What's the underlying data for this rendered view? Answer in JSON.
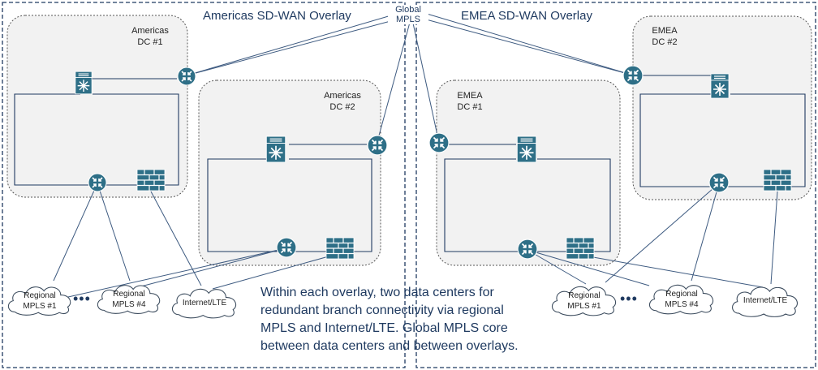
{
  "overlays": {
    "americas_title": "Americas SD-WAN Overlay",
    "emea_title": "EMEA SD-WAN Overlay"
  },
  "global_mpls": {
    "line1": "Global",
    "line2": "MPLS"
  },
  "data_centers": {
    "americas_dc1": {
      "line1": "Americas",
      "line2": "DC #1"
    },
    "americas_dc2": {
      "line1": "Americas",
      "line2": "DC #2"
    },
    "emea_dc1": {
      "line1": "EMEA",
      "line2": "DC #1"
    },
    "emea_dc2": {
      "line1": "EMEA",
      "line2": "DC #2"
    }
  },
  "clouds": {
    "am_regional_1": {
      "line1": "Regional",
      "line2": "MPLS #1"
    },
    "am_regional_4": {
      "line1": "Regional",
      "line2": "MPLS #4"
    },
    "am_internet": {
      "line1": "Internet/LTE"
    },
    "emea_regional_1": {
      "line1": "Regional",
      "line2": "MPLS #1"
    },
    "emea_regional_4": {
      "line1": "Regional",
      "line2": "MPLS #4"
    },
    "emea_internet": {
      "line1": "Internet/LTE"
    }
  },
  "ellipsis": "•••",
  "caption": {
    "line1": "Within each overlay, two data centers for",
    "line2": "redundant branch connectivity via regional",
    "line3": "MPLS and Internet/LTE.  Global MPLS core",
    "line4": "between data centers and between overlays."
  },
  "icons": [
    "router-icon",
    "switch-icon",
    "firewall-icon",
    "cloud-icon"
  ],
  "colors": {
    "overlay_border": "#1f3a60",
    "dc_fill": "#f2f2f2",
    "dc_border": "#555555",
    "device_fill": "#2e6f87",
    "line": "#3d5a80",
    "text": "#1f3a60"
  }
}
